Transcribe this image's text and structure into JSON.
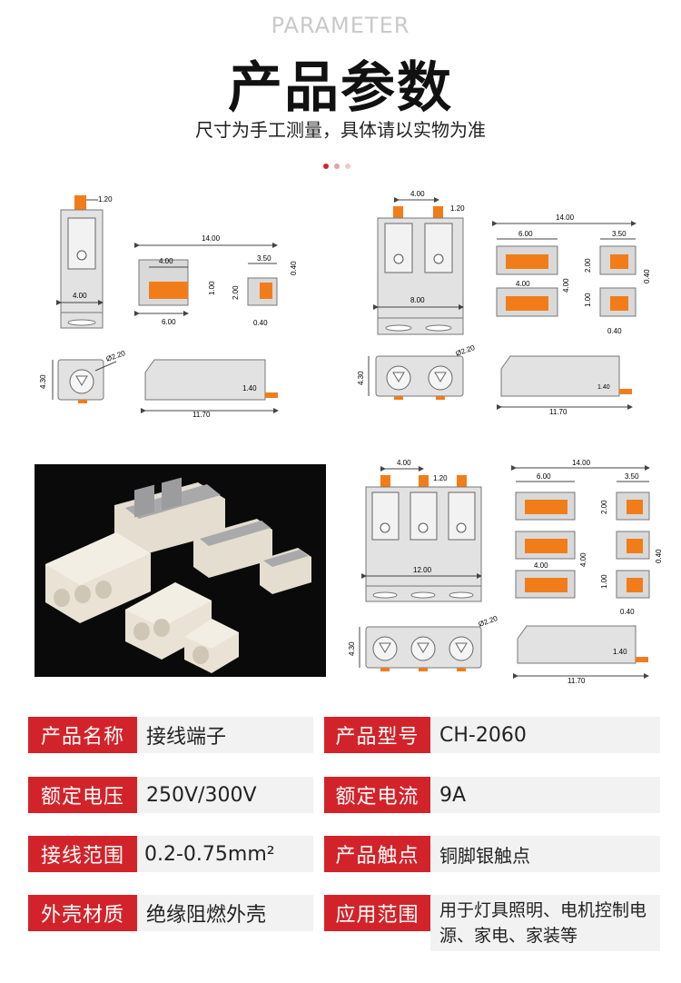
{
  "header": {
    "english_title": "PARAMETER",
    "chinese_title": "产品参数",
    "subtitle": "尺寸为手工测量，具体请以实物为准"
  },
  "colors": {
    "accent": "#d3232a",
    "orange": "#f07d1a",
    "body_gray": "#d9d9d9",
    "value_bg": "#f2f2f2"
  },
  "drawings": {
    "single": {
      "top_tab": "1.20",
      "width": "4.00",
      "hole": "Ø2.20",
      "height": "4.30",
      "length": "11.70",
      "pin": "1.40",
      "fp_total": "14.00",
      "fp_pad_a": "4.00",
      "fp_gap": "6.00",
      "fp_pad_b": "3.50",
      "fp_h1": "1.00",
      "fp_h2": "2.00",
      "fp_w": "0.40",
      "fp_w2": "0.40"
    },
    "double": {
      "pitch": "4.00",
      "top_tab": "1.20",
      "width": "8.00",
      "hole": "Ø2.20",
      "height": "4.30",
      "length": "11.70",
      "pin": "1.40",
      "fp_total": "14.00",
      "fp_gap": "6.00",
      "fp_pad_b": "3.50",
      "fp_h2": "2.00",
      "fp_w": "0.40",
      "fp_pad_a": "4.00",
      "fp_pitch": "4.00",
      "fp_h1": "1.00",
      "fp_w2": "0.40"
    },
    "triple": {
      "pitch": "4.00",
      "top_tab": "1.20",
      "width": "12.00",
      "hole": "Ø2.20",
      "height": "4.30",
      "length": "11.70",
      "pin": "1.40",
      "fp_total": "14.00",
      "fp_gap": "6.00",
      "fp_pad_b": "3.50",
      "fp_h2": "2.00",
      "fp_w": "0.40",
      "fp_pad_a": "4.00",
      "fp_pitch": "4.00",
      "fp_h1": "1.00",
      "fp_w2": "0.40"
    }
  },
  "specs": [
    {
      "label": "产品名称",
      "value": "接线端子"
    },
    {
      "label": "产品型号",
      "value": "CH-2060"
    },
    {
      "label": "额定电压",
      "value": "250V/300V"
    },
    {
      "label": "额定电流",
      "value": "9A"
    },
    {
      "label": "接线范围",
      "value": "0.2-0.75mm²"
    },
    {
      "label": "产品触点",
      "value": "铜脚银触点"
    },
    {
      "label": "外壳材质",
      "value": "绝缘阻燃外壳"
    },
    {
      "label": "应用范围",
      "value": "用于灯具照明、电机控制电源、家电、家装等"
    }
  ]
}
